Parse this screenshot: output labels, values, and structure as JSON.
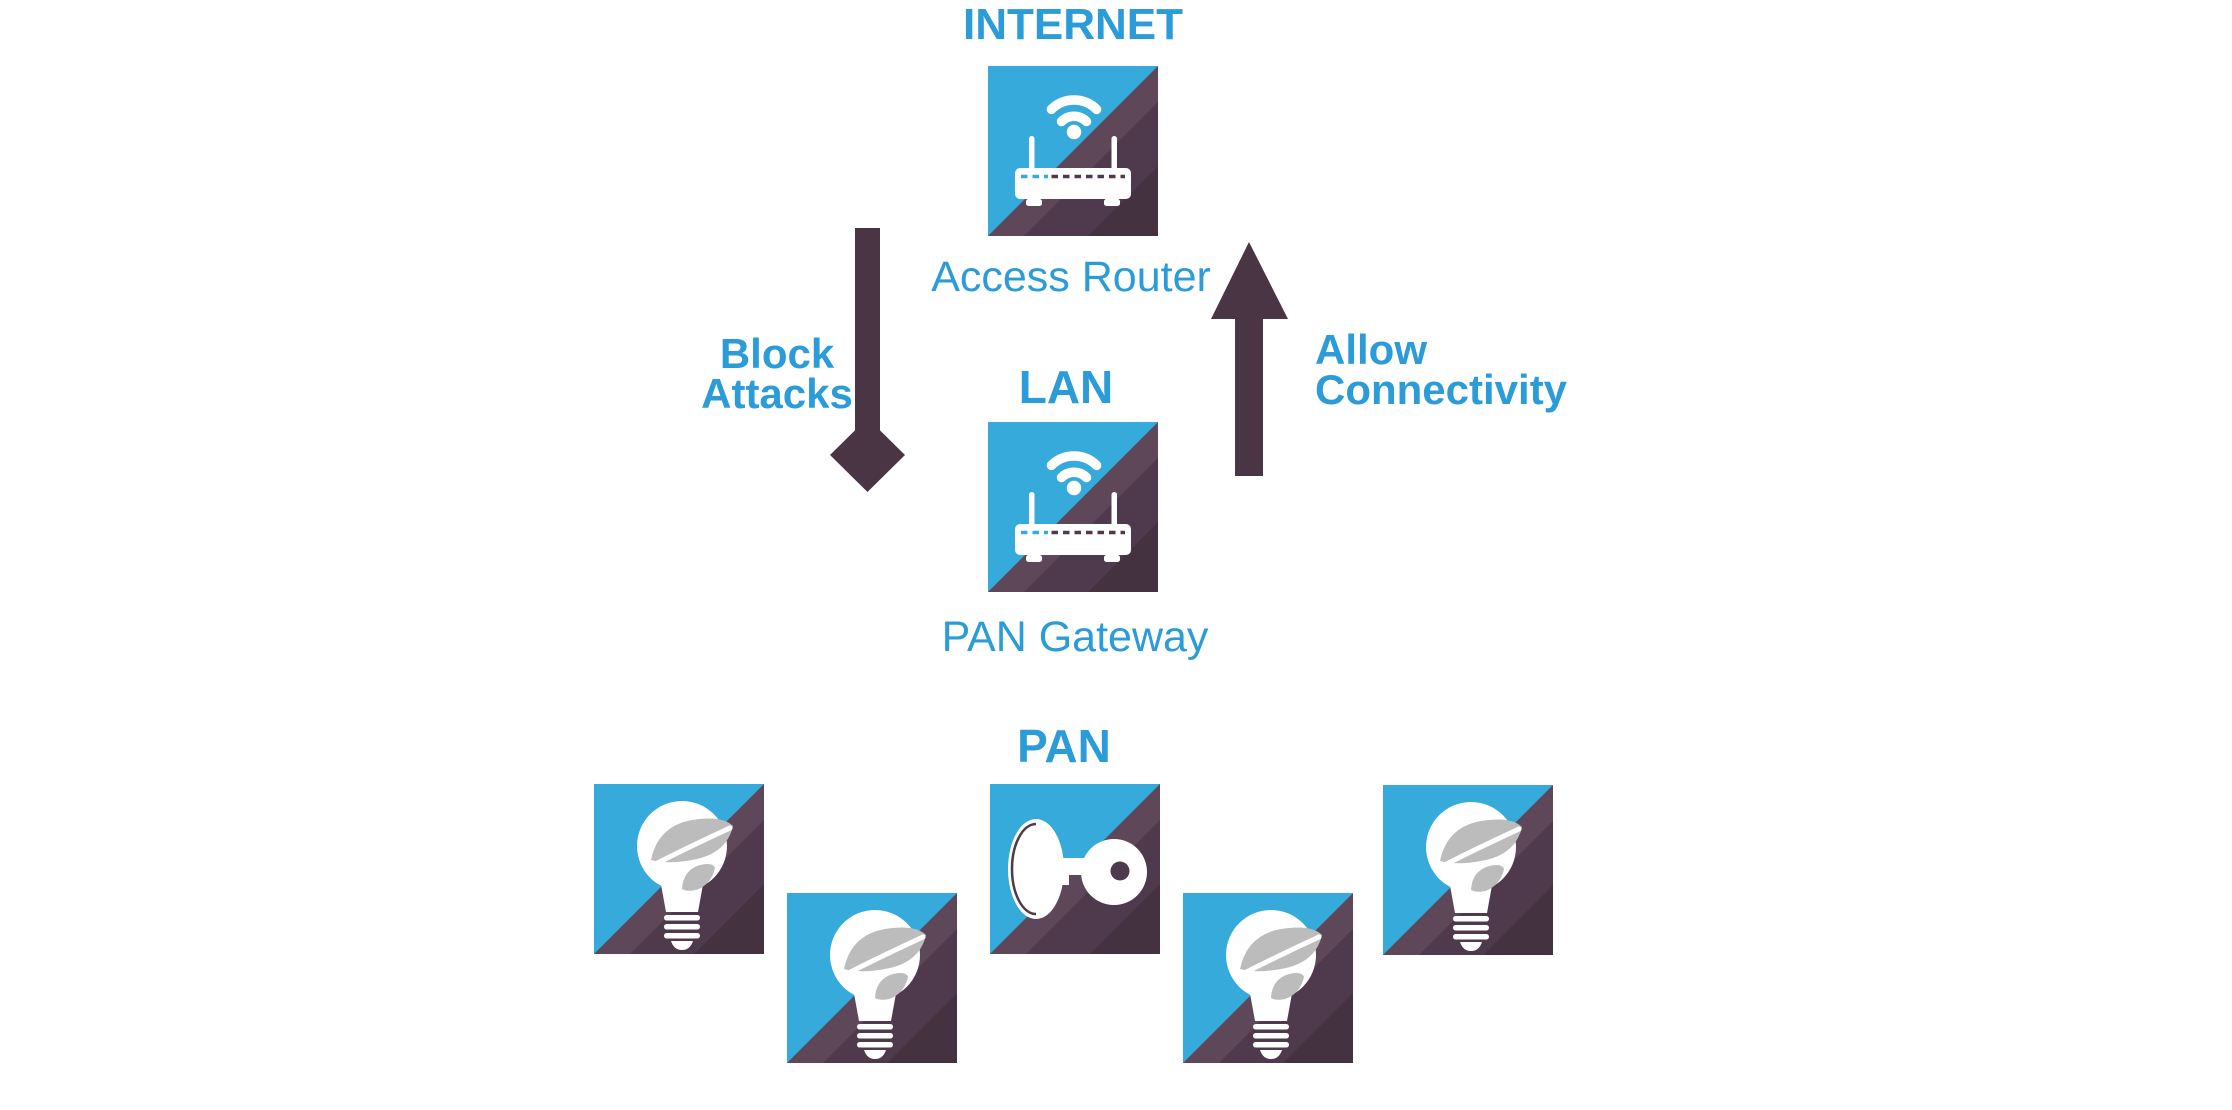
{
  "diagram": {
    "title_hint": "PAN security flow diagram",
    "internet": {
      "label": "INTERNET",
      "device_label": "Access Router",
      "icon": "wifi-router-icon"
    },
    "lan": {
      "label": "LAN",
      "device_label": "PAN Gateway",
      "icon": "wifi-router-icon"
    },
    "pan": {
      "label": "PAN",
      "devices": [
        {
          "icon": "smart-bulb-icon"
        },
        {
          "icon": "smart-bulb-icon"
        },
        {
          "icon": "lock-and-key-icon"
        },
        {
          "icon": "smart-bulb-icon"
        },
        {
          "icon": "smart-bulb-icon"
        }
      ]
    },
    "flows": {
      "block": {
        "label": "Block\nAttacks",
        "direction": "down"
      },
      "allow": {
        "label": "Allow\nConnectivity",
        "direction": "up"
      }
    }
  },
  "colors": {
    "label_blue": "#2b9cd8",
    "icon_cyan": "#36aadb",
    "icon_shadow_light": "#5d4759",
    "icon_shadow_mid": "#4e3a4c",
    "icon_shadow_dark": "#453241",
    "arrow_purple": "#4a3545",
    "leaf_gray": "#bcbcbc",
    "glyph_white": "#ffffff"
  }
}
